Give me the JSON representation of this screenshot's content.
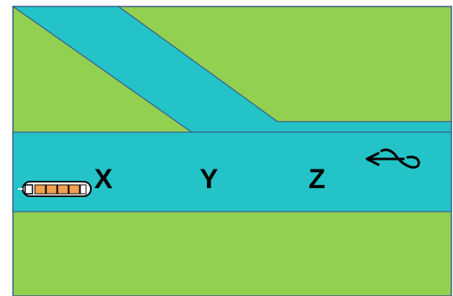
{
  "colors": {
    "land": "#92d050",
    "water": "#23c3c8",
    "outline": "#3b5a8a",
    "boat_body": "#f0a050",
    "boat_trim": "#000000",
    "label": "#000000"
  },
  "labels": {
    "x": "X",
    "y": "Y",
    "z": "Z"
  },
  "icons": {
    "boat": "boat-icon",
    "flow_arrow": "flow-direction-arrow-icon"
  }
}
